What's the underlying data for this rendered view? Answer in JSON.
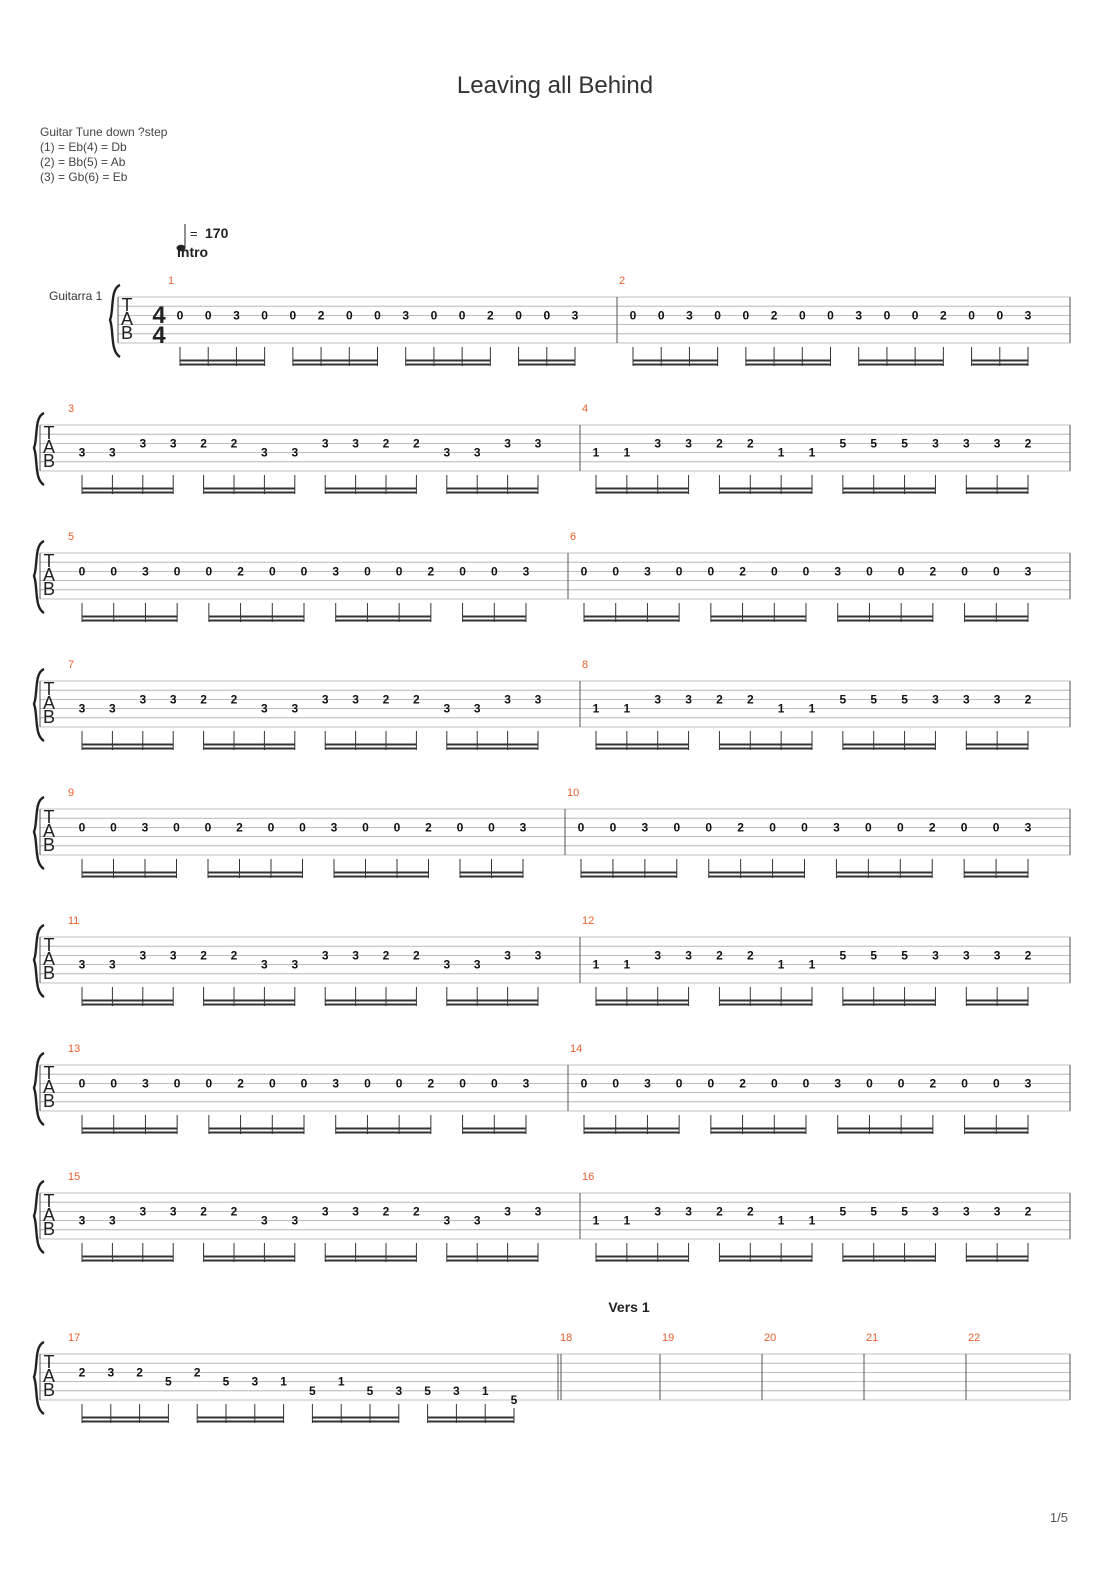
{
  "title": "Leaving all Behind",
  "tuning": {
    "heading": "Guitar Tune down ?step",
    "lines": [
      "(1) = Eb(4) = Db",
      "(2) = Bb(5) = Ab",
      "(3) = Gb(6) = Eb"
    ]
  },
  "tempo": {
    "prefix": "= ",
    "value": "170"
  },
  "sections": {
    "intro": "Intro",
    "verse1": "Vers 1"
  },
  "instrument": "Guitarra 1",
  "time_signature": {
    "top": "4",
    "bottom": "4"
  },
  "tab_letters": [
    "T",
    "A",
    "B"
  ],
  "page_number": "1/5",
  "measures": [
    {
      "n": "1",
      "notes": [
        [
          3,
          "0"
        ],
        [
          3,
          "0"
        ],
        [
          3,
          "3"
        ],
        [
          3,
          "0"
        ],
        [
          3,
          "0"
        ],
        [
          3,
          "2"
        ],
        [
          3,
          "0"
        ],
        [
          3,
          "0"
        ],
        [
          3,
          "3"
        ],
        [
          3,
          "0"
        ],
        [
          3,
          "0"
        ],
        [
          3,
          "2"
        ],
        [
          3,
          "0"
        ],
        [
          3,
          "0"
        ],
        [
          3,
          "3"
        ]
      ]
    },
    {
      "n": "2",
      "notes": [
        [
          3,
          "0"
        ],
        [
          3,
          "0"
        ],
        [
          3,
          "3"
        ],
        [
          3,
          "0"
        ],
        [
          3,
          "0"
        ],
        [
          3,
          "2"
        ],
        [
          3,
          "0"
        ],
        [
          3,
          "0"
        ],
        [
          3,
          "3"
        ],
        [
          3,
          "0"
        ],
        [
          3,
          "0"
        ],
        [
          3,
          "2"
        ],
        [
          3,
          "0"
        ],
        [
          3,
          "0"
        ],
        [
          3,
          "3"
        ]
      ]
    },
    {
      "n": "3",
      "notes": [
        [
          4,
          "3"
        ],
        [
          4,
          "3"
        ],
        [
          3,
          "3"
        ],
        [
          3,
          "3"
        ],
        [
          3,
          "2"
        ],
        [
          3,
          "2"
        ],
        [
          4,
          "3"
        ],
        [
          4,
          "3"
        ],
        [
          3,
          "3"
        ],
        [
          3,
          "3"
        ],
        [
          3,
          "2"
        ],
        [
          3,
          "2"
        ],
        [
          4,
          "3"
        ],
        [
          4,
          "3"
        ],
        [
          3,
          "3"
        ],
        [
          3,
          "3"
        ]
      ]
    },
    {
      "n": "4",
      "notes": [
        [
          4,
          "1"
        ],
        [
          4,
          "1"
        ],
        [
          3,
          "3"
        ],
        [
          3,
          "3"
        ],
        [
          3,
          "2"
        ],
        [
          3,
          "2"
        ],
        [
          4,
          "1"
        ],
        [
          4,
          "1"
        ],
        [
          3,
          "5"
        ],
        [
          3,
          "5"
        ],
        [
          3,
          "5"
        ],
        [
          3,
          "3"
        ],
        [
          3,
          "3"
        ],
        [
          3,
          "3"
        ],
        [
          3,
          "2"
        ]
      ]
    },
    {
      "n": "5",
      "notes": [
        [
          3,
          "0"
        ],
        [
          3,
          "0"
        ],
        [
          3,
          "3"
        ],
        [
          3,
          "0"
        ],
        [
          3,
          "0"
        ],
        [
          3,
          "2"
        ],
        [
          3,
          "0"
        ],
        [
          3,
          "0"
        ],
        [
          3,
          "3"
        ],
        [
          3,
          "0"
        ],
        [
          3,
          "0"
        ],
        [
          3,
          "2"
        ],
        [
          3,
          "0"
        ],
        [
          3,
          "0"
        ],
        [
          3,
          "3"
        ]
      ]
    },
    {
      "n": "6",
      "notes": [
        [
          3,
          "0"
        ],
        [
          3,
          "0"
        ],
        [
          3,
          "3"
        ],
        [
          3,
          "0"
        ],
        [
          3,
          "0"
        ],
        [
          3,
          "2"
        ],
        [
          3,
          "0"
        ],
        [
          3,
          "0"
        ],
        [
          3,
          "3"
        ],
        [
          3,
          "0"
        ],
        [
          3,
          "0"
        ],
        [
          3,
          "2"
        ],
        [
          3,
          "0"
        ],
        [
          3,
          "0"
        ],
        [
          3,
          "3"
        ]
      ]
    },
    {
      "n": "7",
      "notes": [
        [
          4,
          "3"
        ],
        [
          4,
          "3"
        ],
        [
          3,
          "3"
        ],
        [
          3,
          "3"
        ],
        [
          3,
          "2"
        ],
        [
          3,
          "2"
        ],
        [
          4,
          "3"
        ],
        [
          4,
          "3"
        ],
        [
          3,
          "3"
        ],
        [
          3,
          "3"
        ],
        [
          3,
          "2"
        ],
        [
          3,
          "2"
        ],
        [
          4,
          "3"
        ],
        [
          4,
          "3"
        ],
        [
          3,
          "3"
        ],
        [
          3,
          "3"
        ]
      ]
    },
    {
      "n": "8",
      "notes": [
        [
          4,
          "1"
        ],
        [
          4,
          "1"
        ],
        [
          3,
          "3"
        ],
        [
          3,
          "3"
        ],
        [
          3,
          "2"
        ],
        [
          3,
          "2"
        ],
        [
          4,
          "1"
        ],
        [
          4,
          "1"
        ],
        [
          3,
          "5"
        ],
        [
          3,
          "5"
        ],
        [
          3,
          "5"
        ],
        [
          3,
          "3"
        ],
        [
          3,
          "3"
        ],
        [
          3,
          "3"
        ],
        [
          3,
          "2"
        ]
      ]
    },
    {
      "n": "9",
      "notes": [
        [
          3,
          "0"
        ],
        [
          3,
          "0"
        ],
        [
          3,
          "3"
        ],
        [
          3,
          "0"
        ],
        [
          3,
          "0"
        ],
        [
          3,
          "2"
        ],
        [
          3,
          "0"
        ],
        [
          3,
          "0"
        ],
        [
          3,
          "3"
        ],
        [
          3,
          "0"
        ],
        [
          3,
          "0"
        ],
        [
          3,
          "2"
        ],
        [
          3,
          "0"
        ],
        [
          3,
          "0"
        ],
        [
          3,
          "3"
        ]
      ]
    },
    {
      "n": "10",
      "notes": [
        [
          3,
          "0"
        ],
        [
          3,
          "0"
        ],
        [
          3,
          "3"
        ],
        [
          3,
          "0"
        ],
        [
          3,
          "0"
        ],
        [
          3,
          "2"
        ],
        [
          3,
          "0"
        ],
        [
          3,
          "0"
        ],
        [
          3,
          "3"
        ],
        [
          3,
          "0"
        ],
        [
          3,
          "0"
        ],
        [
          3,
          "2"
        ],
        [
          3,
          "0"
        ],
        [
          3,
          "0"
        ],
        [
          3,
          "3"
        ]
      ]
    },
    {
      "n": "11",
      "notes": [
        [
          4,
          "3"
        ],
        [
          4,
          "3"
        ],
        [
          3,
          "3"
        ],
        [
          3,
          "3"
        ],
        [
          3,
          "2"
        ],
        [
          3,
          "2"
        ],
        [
          4,
          "3"
        ],
        [
          4,
          "3"
        ],
        [
          3,
          "3"
        ],
        [
          3,
          "3"
        ],
        [
          3,
          "2"
        ],
        [
          3,
          "2"
        ],
        [
          4,
          "3"
        ],
        [
          4,
          "3"
        ],
        [
          3,
          "3"
        ],
        [
          3,
          "3"
        ]
      ]
    },
    {
      "n": "12",
      "notes": [
        [
          4,
          "1"
        ],
        [
          4,
          "1"
        ],
        [
          3,
          "3"
        ],
        [
          3,
          "3"
        ],
        [
          3,
          "2"
        ],
        [
          3,
          "2"
        ],
        [
          4,
          "1"
        ],
        [
          4,
          "1"
        ],
        [
          3,
          "5"
        ],
        [
          3,
          "5"
        ],
        [
          3,
          "5"
        ],
        [
          3,
          "3"
        ],
        [
          3,
          "3"
        ],
        [
          3,
          "3"
        ],
        [
          3,
          "2"
        ]
      ]
    },
    {
      "n": "13",
      "notes": [
        [
          3,
          "0"
        ],
        [
          3,
          "0"
        ],
        [
          3,
          "3"
        ],
        [
          3,
          "0"
        ],
        [
          3,
          "0"
        ],
        [
          3,
          "2"
        ],
        [
          3,
          "0"
        ],
        [
          3,
          "0"
        ],
        [
          3,
          "3"
        ],
        [
          3,
          "0"
        ],
        [
          3,
          "0"
        ],
        [
          3,
          "2"
        ],
        [
          3,
          "0"
        ],
        [
          3,
          "0"
        ],
        [
          3,
          "3"
        ]
      ]
    },
    {
      "n": "14",
      "notes": [
        [
          3,
          "0"
        ],
        [
          3,
          "0"
        ],
        [
          3,
          "3"
        ],
        [
          3,
          "0"
        ],
        [
          3,
          "0"
        ],
        [
          3,
          "2"
        ],
        [
          3,
          "0"
        ],
        [
          3,
          "0"
        ],
        [
          3,
          "3"
        ],
        [
          3,
          "0"
        ],
        [
          3,
          "0"
        ],
        [
          3,
          "2"
        ],
        [
          3,
          "0"
        ],
        [
          3,
          "0"
        ],
        [
          3,
          "3"
        ]
      ]
    },
    {
      "n": "15",
      "notes": [
        [
          4,
          "3"
        ],
        [
          4,
          "3"
        ],
        [
          3,
          "3"
        ],
        [
          3,
          "3"
        ],
        [
          3,
          "2"
        ],
        [
          3,
          "2"
        ],
        [
          4,
          "3"
        ],
        [
          4,
          "3"
        ],
        [
          3,
          "3"
        ],
        [
          3,
          "3"
        ],
        [
          3,
          "2"
        ],
        [
          3,
          "2"
        ],
        [
          4,
          "3"
        ],
        [
          4,
          "3"
        ],
        [
          3,
          "3"
        ],
        [
          3,
          "3"
        ]
      ]
    },
    {
      "n": "16",
      "notes": [
        [
          4,
          "1"
        ],
        [
          4,
          "1"
        ],
        [
          3,
          "3"
        ],
        [
          3,
          "3"
        ],
        [
          3,
          "2"
        ],
        [
          3,
          "2"
        ],
        [
          4,
          "1"
        ],
        [
          4,
          "1"
        ],
        [
          3,
          "5"
        ],
        [
          3,
          "5"
        ],
        [
          3,
          "5"
        ],
        [
          3,
          "3"
        ],
        [
          3,
          "3"
        ],
        [
          3,
          "3"
        ],
        [
          3,
          "2"
        ]
      ]
    },
    {
      "n": "17",
      "notes": [
        [
          3,
          "2"
        ],
        [
          3,
          "3"
        ],
        [
          3,
          "2"
        ],
        [
          4,
          "5"
        ],
        [
          3,
          "2"
        ],
        [
          4,
          "5"
        ],
        [
          4,
          "3"
        ],
        [
          4,
          "1"
        ],
        [
          5,
          "5"
        ],
        [
          4,
          "1"
        ],
        [
          5,
          "5"
        ],
        [
          5,
          "3"
        ],
        [
          5,
          "5"
        ],
        [
          5,
          "3"
        ],
        [
          5,
          "1"
        ],
        [
          6,
          "5"
        ]
      ]
    },
    {
      "n": "18",
      "notes": []
    },
    {
      "n": "19",
      "notes": []
    },
    {
      "n": "20",
      "notes": []
    },
    {
      "n": "21",
      "notes": []
    },
    {
      "n": "22",
      "notes": []
    }
  ]
}
